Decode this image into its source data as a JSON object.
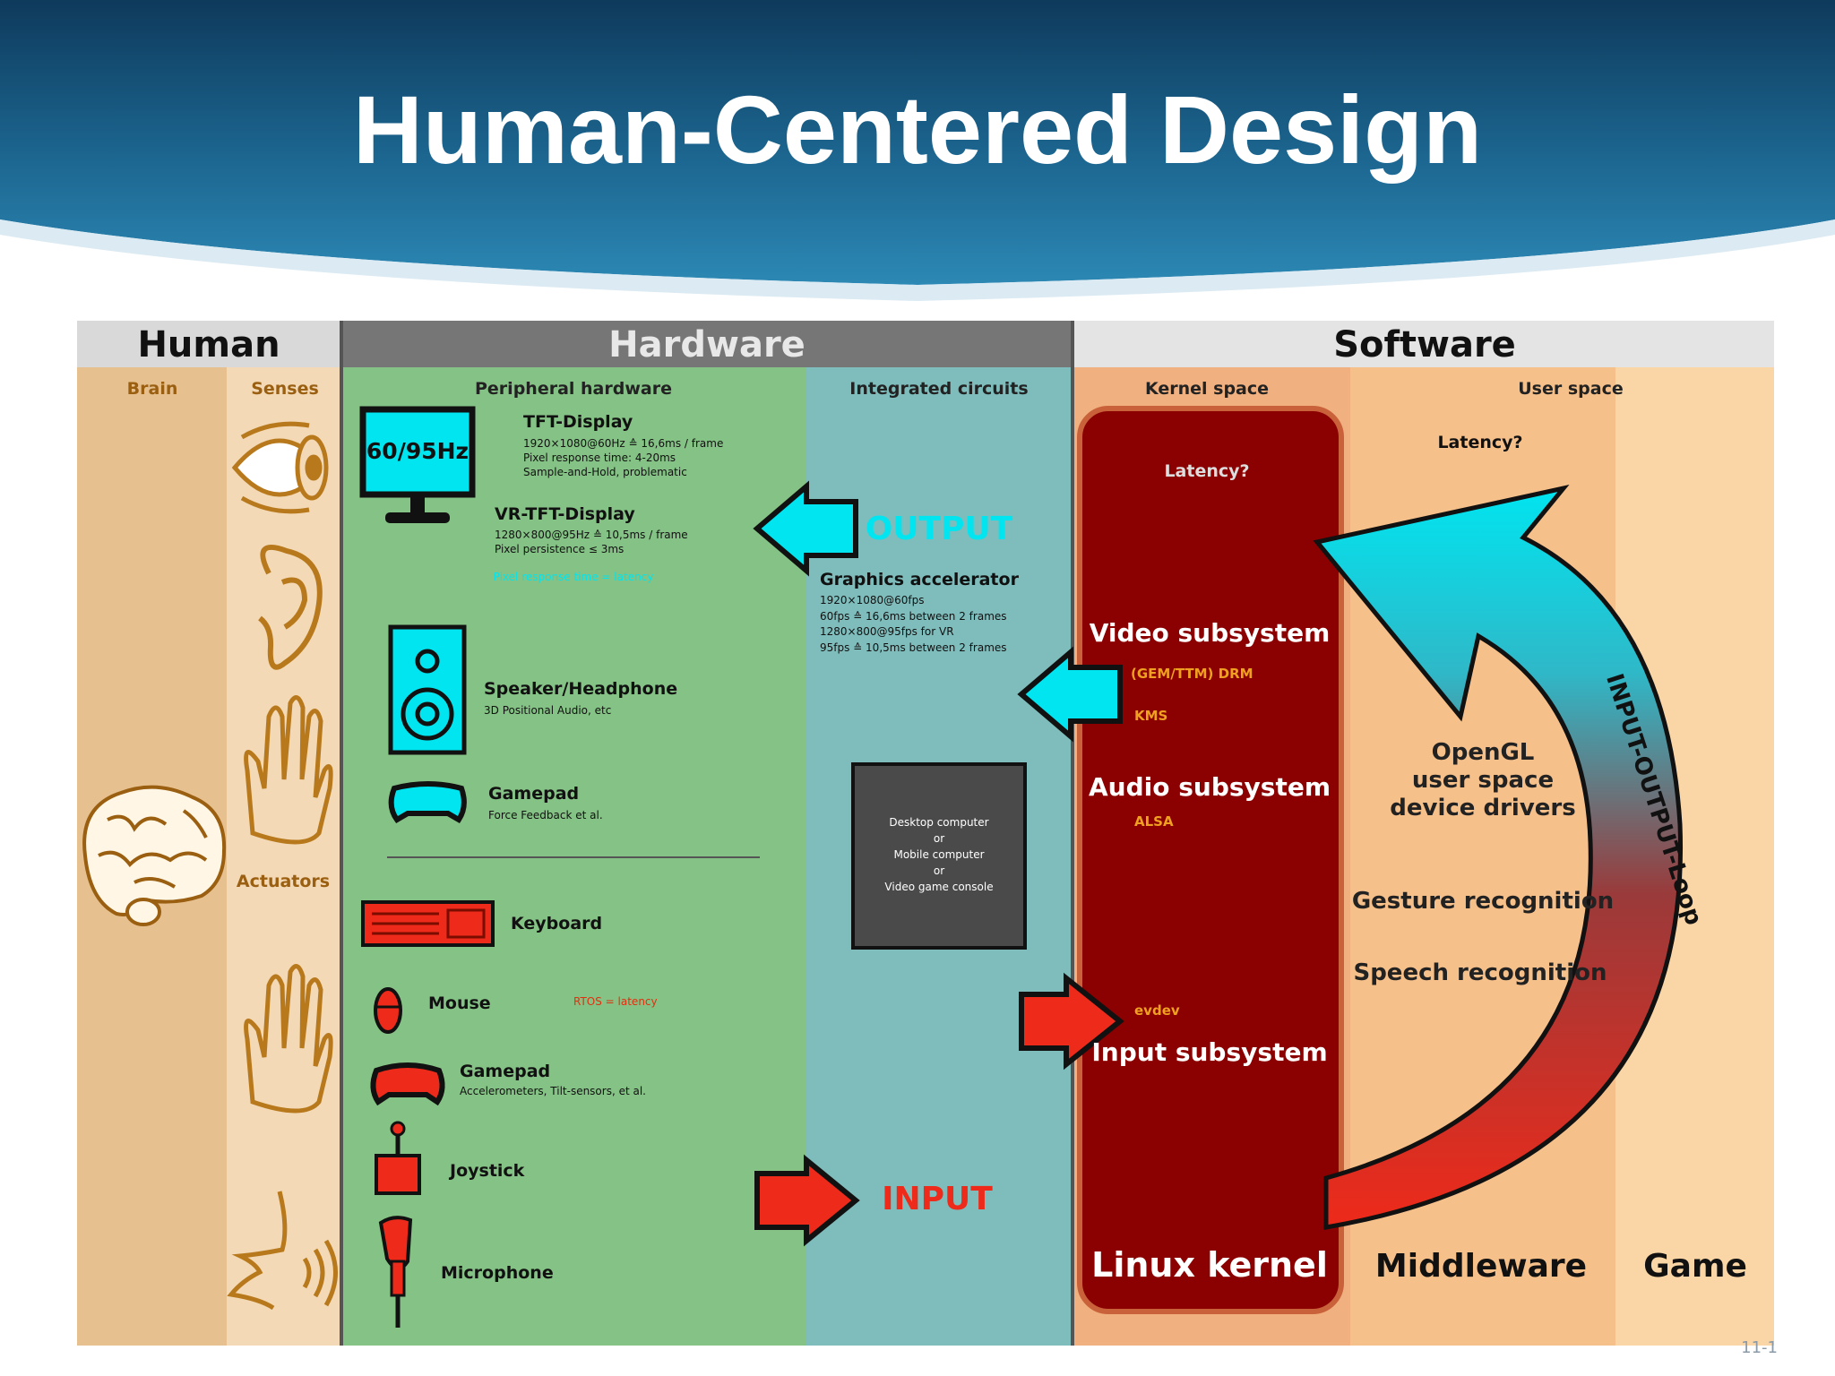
{
  "title": "Human-Centered Design",
  "page_number": "11-1",
  "headers": {
    "human": "Human",
    "hardware": "Hardware",
    "software": "Software"
  },
  "columns": {
    "brain": "Brain",
    "senses": "Senses",
    "actuators": "Actuators",
    "peripheral": "Peripheral hardware",
    "integrated": "Integrated circuits",
    "kernel": "Kernel space",
    "user": "User space"
  },
  "display": {
    "monitor_label": "60/95Hz",
    "tft_title": "TFT-Display",
    "tft_lines": [
      "1920×1080@60Hz ≙ 16,6ms / frame",
      "Pixel response time: 4-20ms",
      "Sample-and-Hold, problematic"
    ],
    "vr_title": "VR-TFT-Display",
    "vr_lines": [
      "1280×800@95Hz ≙ 10,5ms / frame",
      "Pixel persistence ≤ 3ms"
    ],
    "pixel_note": "Pixel response time = latency"
  },
  "speaker": {
    "title": "Speaker/Headphone",
    "sub": "3D Positional Audio, etc"
  },
  "gamepad_out": {
    "title": "Gamepad",
    "sub": "Force Feedback et al."
  },
  "keyboard": "Keyboard",
  "mouse": "Mouse",
  "rtos_note": "RTOS = latency",
  "gamepad_in": {
    "title": "Gamepad",
    "sub": "Accelerometers, Tilt-sensors, et al."
  },
  "joystick": "Joystick",
  "microphone": "Microphone",
  "output_label": "OUTPUT",
  "input_label": "INPUT",
  "graphics": {
    "title": "Graphics accelerator",
    "lines": [
      "1920×1080@60fps",
      "60fps ≙ 16,6ms between 2 frames",
      "1280×800@95fps for VR",
      "95fps ≙ 10,5ms between 2 frames"
    ]
  },
  "computer_box": [
    "Desktop computer",
    "or",
    "Mobile computer",
    "or",
    "Video game console"
  ],
  "kernel": {
    "latency": "Latency?",
    "video_title": "Video subsystem",
    "video_sub1": "(GEM/TTM) DRM",
    "video_sub2": "KMS",
    "audio_title": "Audio subsystem",
    "audio_sub": "ALSA",
    "evdev": "evdev",
    "input_title": "Input subsystem",
    "footer": "Linux kernel"
  },
  "user_space": {
    "latency": "Latency?",
    "opengl_lines": [
      "OpenGL",
      "user space",
      "device drivers"
    ],
    "gesture": "Gesture recognition",
    "speech": "Speech recognition",
    "loop_label": "INPUT-OUTPUT-Loop",
    "middleware": "Middleware",
    "game": "Game"
  },
  "colors": {
    "banner": "#1b5f8c",
    "header_gray": "#d9d9d9",
    "hardware_header": "#767676",
    "brain_col": "#e7c08f",
    "senses_col": "#f3d9b6",
    "peripheral_col": "#85c285",
    "integrated_col": "#7ebdbc",
    "kernel_col": "#f0b07f",
    "user_col": "#f6c08a",
    "game_col": "#fad6a6",
    "kernel_box": "#8b0000",
    "cyan": "#00e5f0",
    "red": "#ee2a1a",
    "human_line": "#b8791c"
  }
}
